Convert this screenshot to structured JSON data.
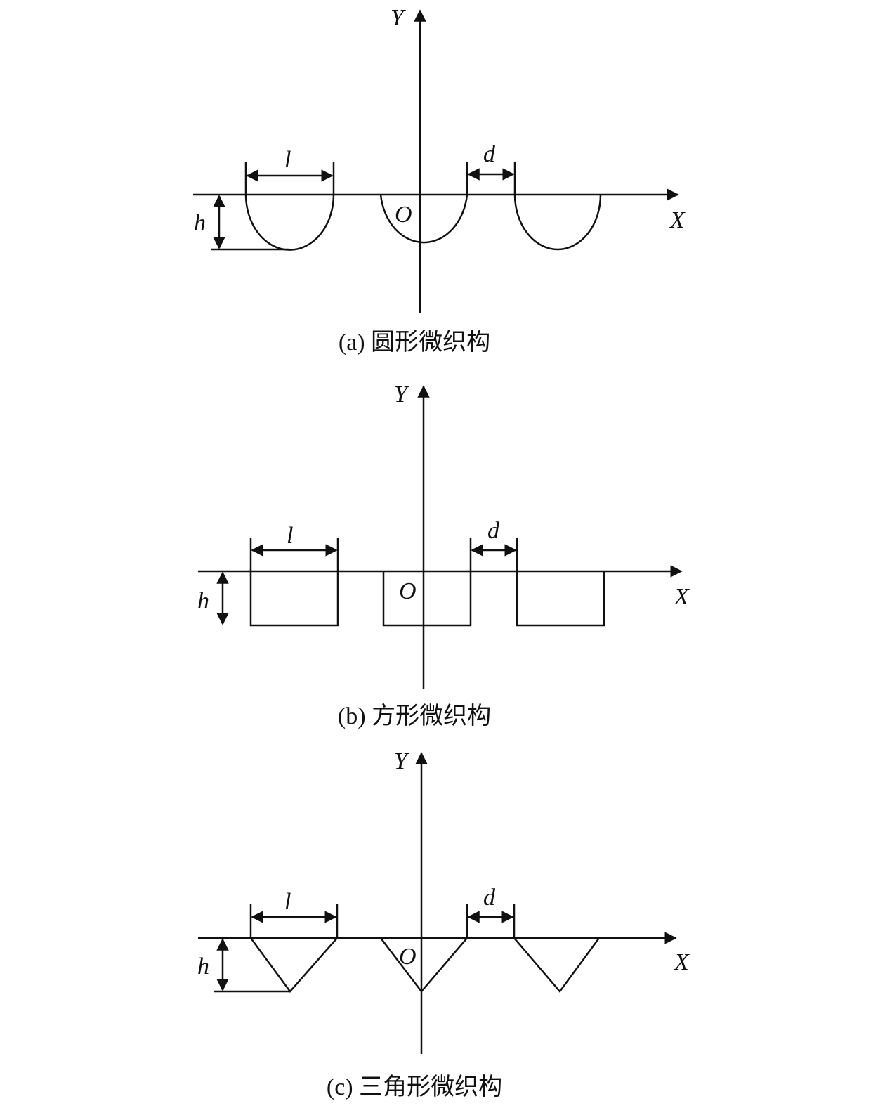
{
  "panels": [
    {
      "caption": "(a) 圆形微织构",
      "shape": "circular",
      "labels": {
        "y": "Y",
        "x": "X",
        "origin": "O",
        "length": "l",
        "spacing": "d",
        "height": "h"
      }
    },
    {
      "caption": "(b) 方形微织构",
      "shape": "square",
      "labels": {
        "y": "Y",
        "x": "X",
        "origin": "O",
        "length": "l",
        "spacing": "d",
        "height": "h"
      }
    },
    {
      "caption": "(c) 三角形微织构",
      "shape": "triangular",
      "labels": {
        "y": "Y",
        "x": "X",
        "origin": "O",
        "length": "l",
        "spacing": "d",
        "height": "h"
      }
    }
  ]
}
